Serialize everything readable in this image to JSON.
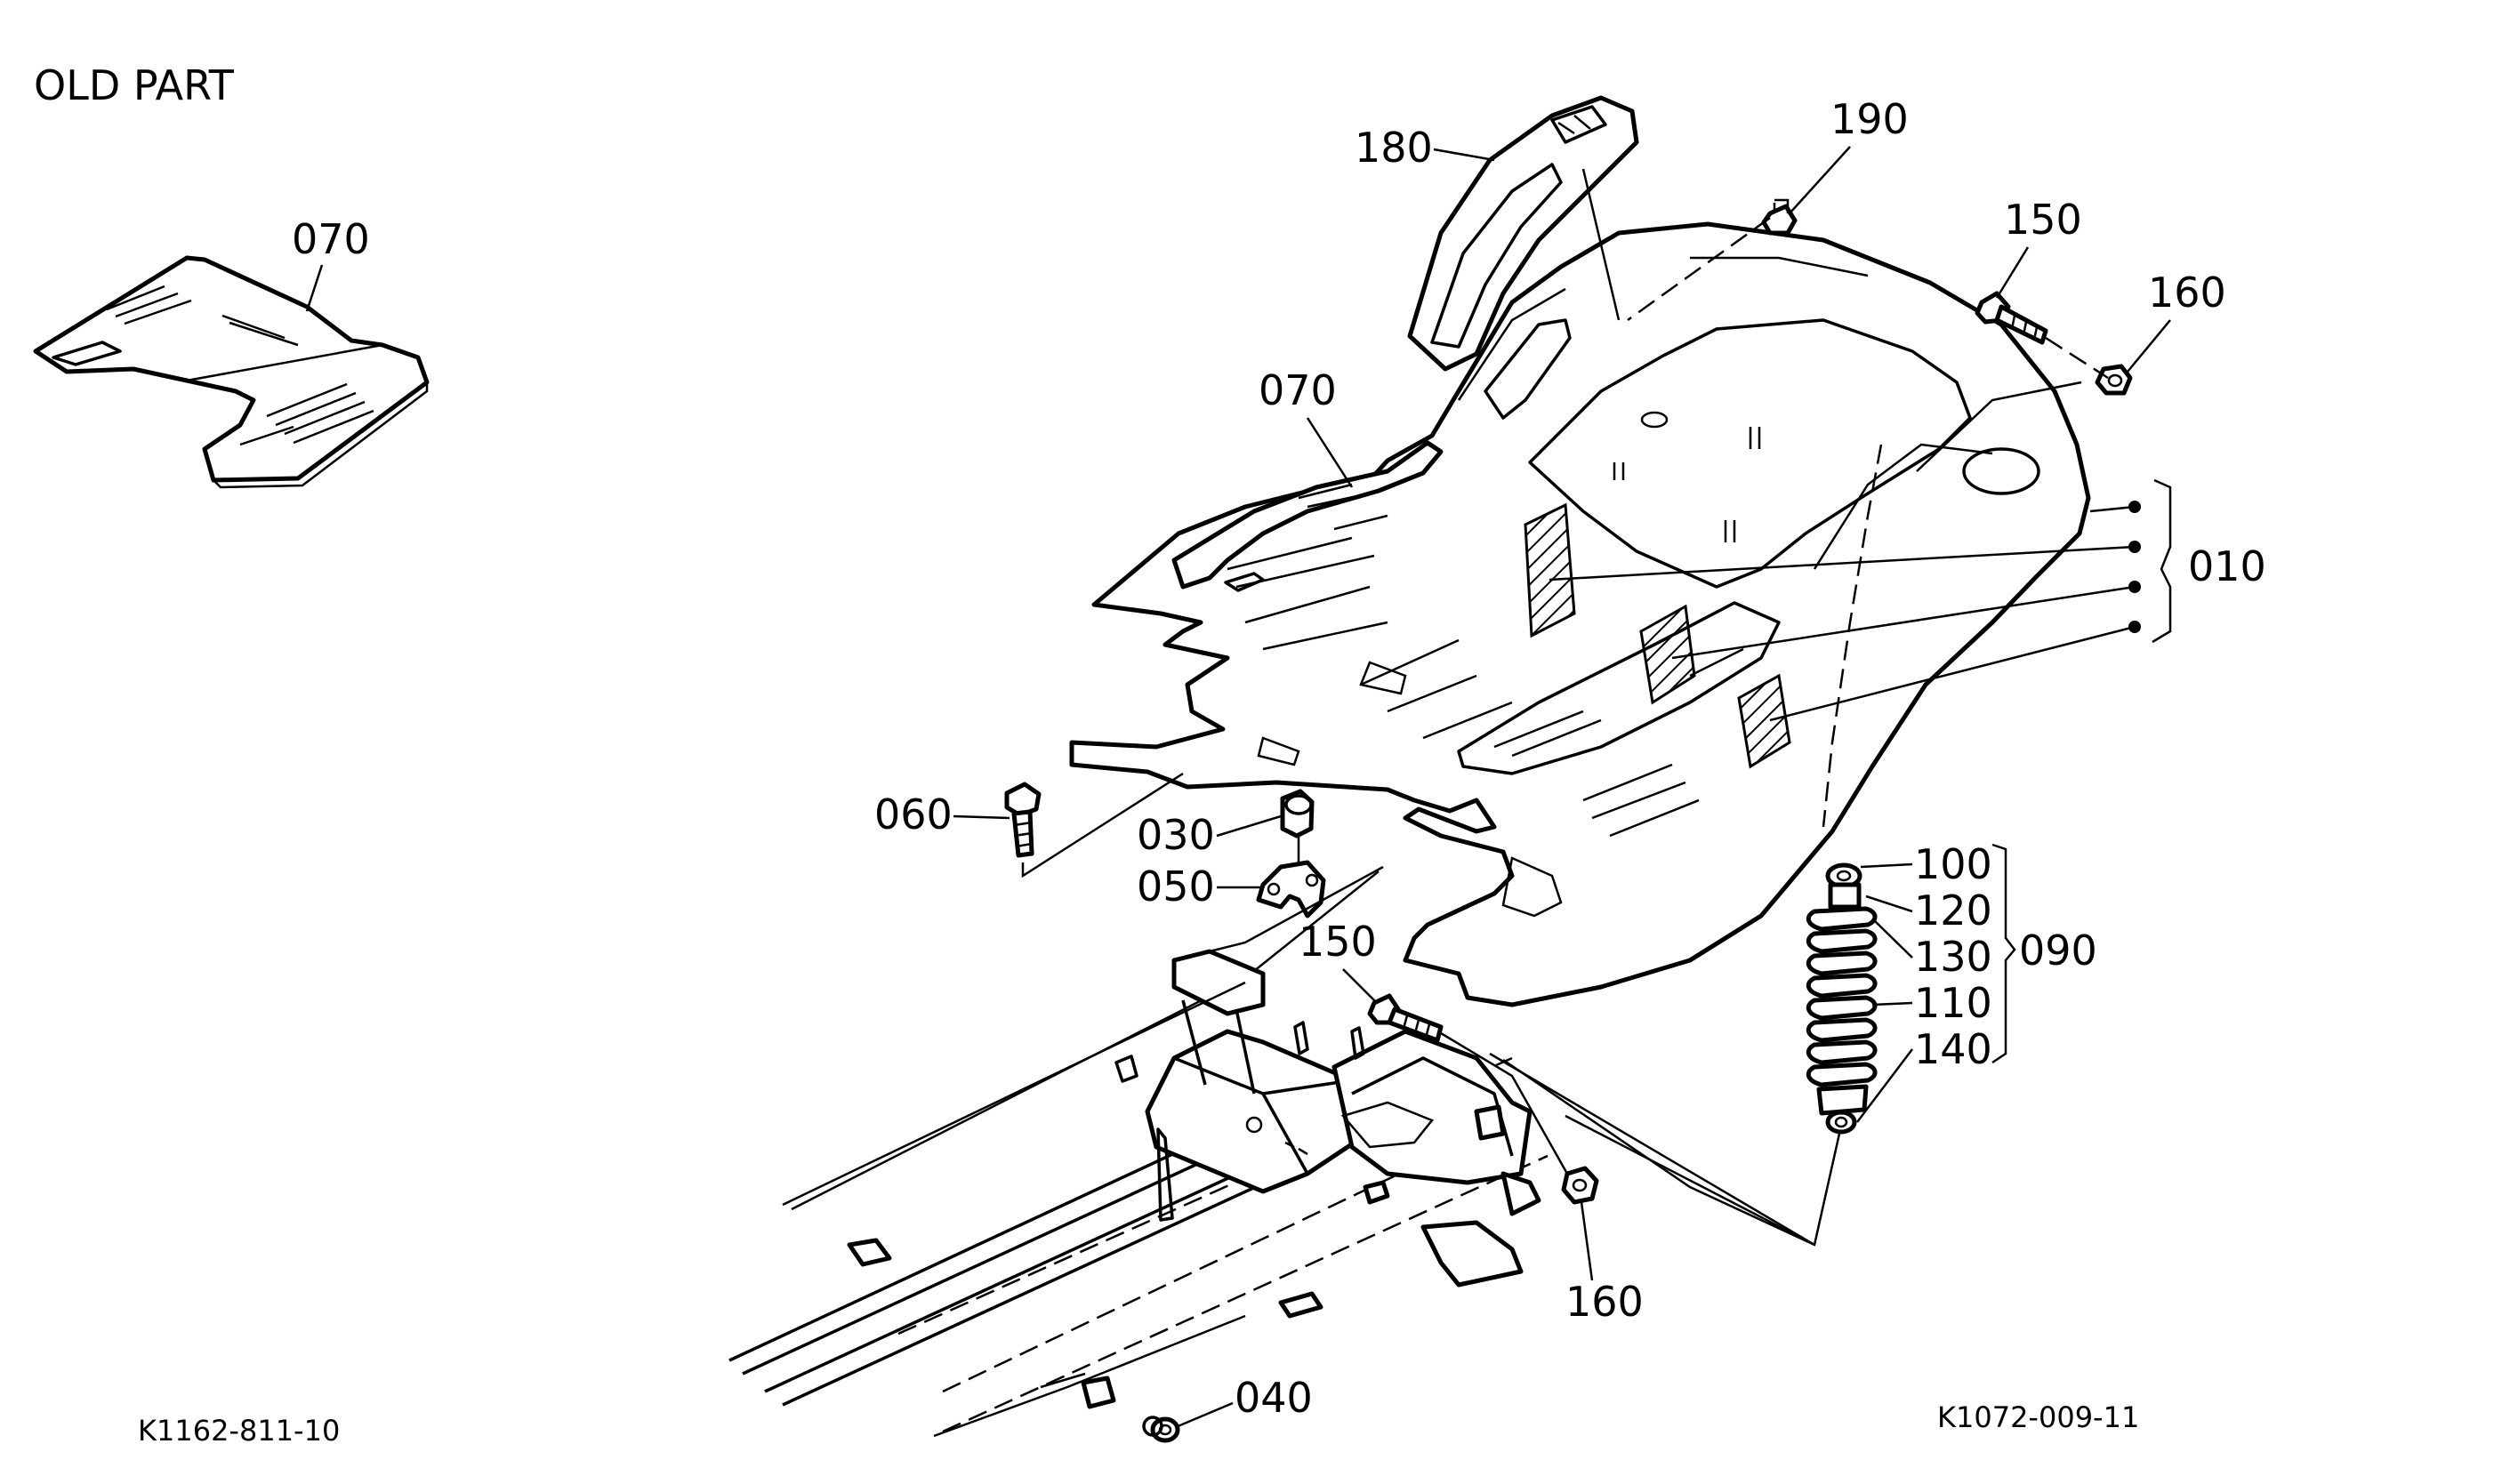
{
  "header": {
    "title": "OLD PART"
  },
  "codes": {
    "left": "K1162-811-10",
    "right": "K1072-009-11"
  },
  "callouts": {
    "c070_old": "070",
    "c070": "070",
    "c180": "180",
    "c190": "190",
    "c150_top": "150",
    "c160_top": "160",
    "c010": "010",
    "c060": "060",
    "c030": "030",
    "c050": "050",
    "c150_mid": "150",
    "c160_bot": "160",
    "c040": "040",
    "c100": "100",
    "c120": "120",
    "c130": "130",
    "c110": "110",
    "c140": "140",
    "c090": "090"
  }
}
